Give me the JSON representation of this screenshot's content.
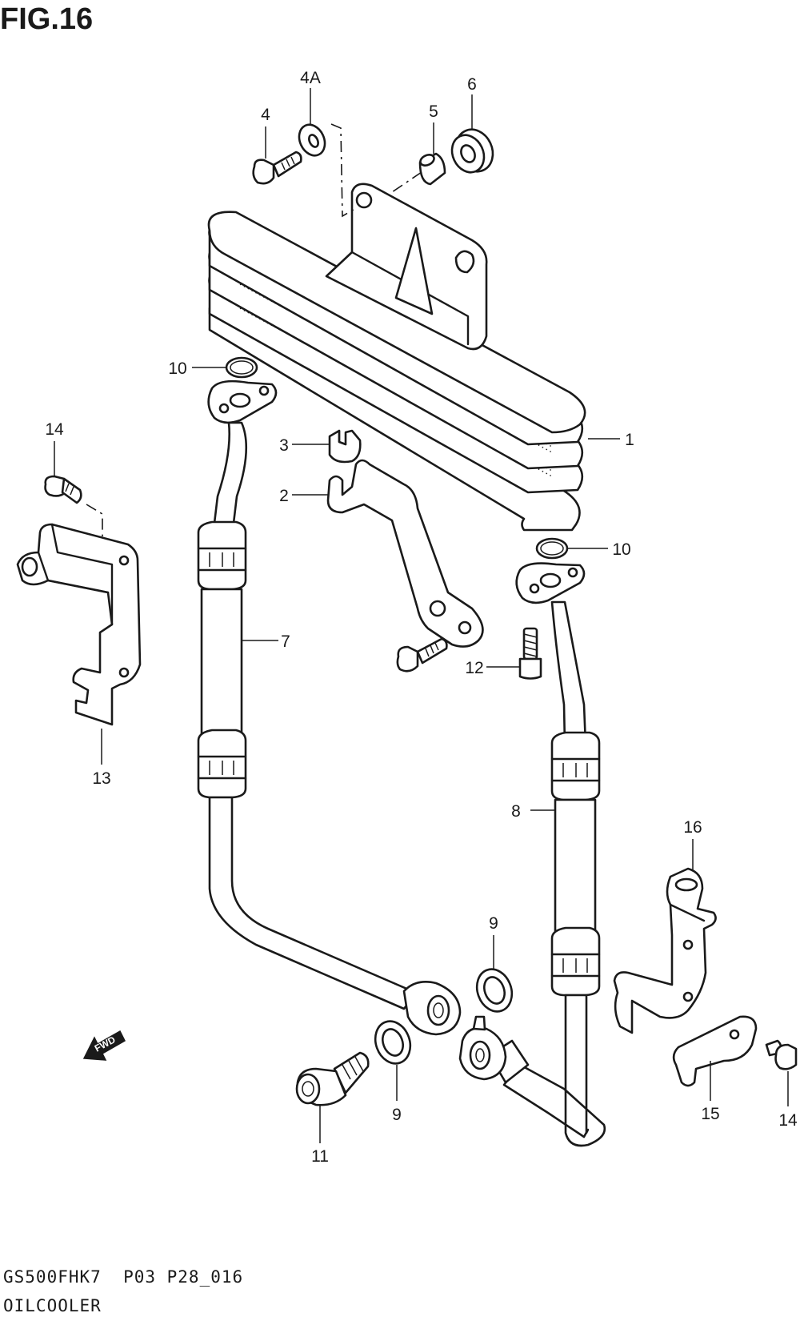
{
  "figure": {
    "title": "FIG.16"
  },
  "footer": {
    "model_code": "GS500FHK7  P03 P28_016",
    "section_name": "OILCOOLER"
  },
  "fwd_label": "FWD",
  "callouts": [
    {
      "id": "c-4",
      "text": "4"
    },
    {
      "id": "c-4a",
      "text": "4A"
    },
    {
      "id": "c-5",
      "text": "5"
    },
    {
      "id": "c-6",
      "text": "6"
    },
    {
      "id": "c-10-top",
      "text": "10"
    },
    {
      "id": "c-1",
      "text": "1"
    },
    {
      "id": "c-14-left",
      "text": "14"
    },
    {
      "id": "c-3",
      "text": "3"
    },
    {
      "id": "c-2",
      "text": "2"
    },
    {
      "id": "c-10-right",
      "text": "10"
    },
    {
      "id": "c-7",
      "text": "7"
    },
    {
      "id": "c-12",
      "text": "12"
    },
    {
      "id": "c-13",
      "text": "13"
    },
    {
      "id": "c-8",
      "text": "8"
    },
    {
      "id": "c-16",
      "text": "16"
    },
    {
      "id": "c-9-upper",
      "text": "9"
    },
    {
      "id": "c-9-lower",
      "text": "9"
    },
    {
      "id": "c-15",
      "text": "15"
    },
    {
      "id": "c-14-right",
      "text": "14"
    },
    {
      "id": "c-11",
      "text": "11"
    }
  ]
}
